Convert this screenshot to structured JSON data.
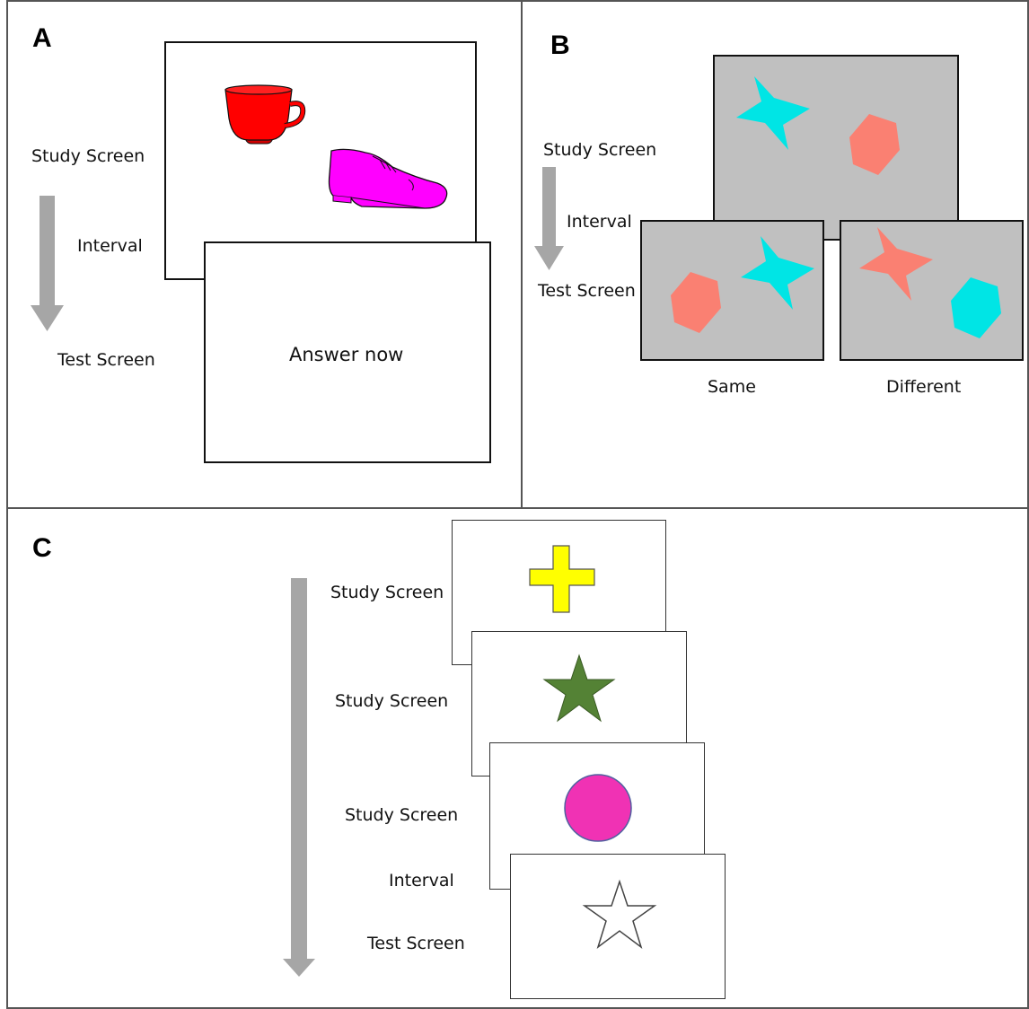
{
  "panelA": {
    "label": "A",
    "study": "Study Screen",
    "interval": "Interval",
    "test": "Test Screen",
    "answer": "Answer now",
    "colors": {
      "cup": "#ff0000",
      "shoe": "#ff00ff"
    },
    "icons": [
      "cup-icon",
      "shoe-icon"
    ]
  },
  "panelB": {
    "label": "B",
    "study": "Study Screen",
    "interval": "Interval",
    "test": "Test Screen",
    "same": "Same",
    "different": "Different",
    "colors": {
      "screen_bg": "#c0c0c0",
      "bowtie": "#00e5e5",
      "hexagon": "#fa8072"
    }
  },
  "panelC": {
    "label": "C",
    "study1": "Study Screen",
    "study2": "Study Screen",
    "study3": "Study Screen",
    "interval": "Interval",
    "test": "Test Screen",
    "colors": {
      "cross": "#ffff00",
      "star": "#548235",
      "circle": "#f032b4",
      "outline_star": "#ffffff"
    }
  },
  "colors": {
    "arrow": "#a6a6a6",
    "divider": "#555555"
  }
}
